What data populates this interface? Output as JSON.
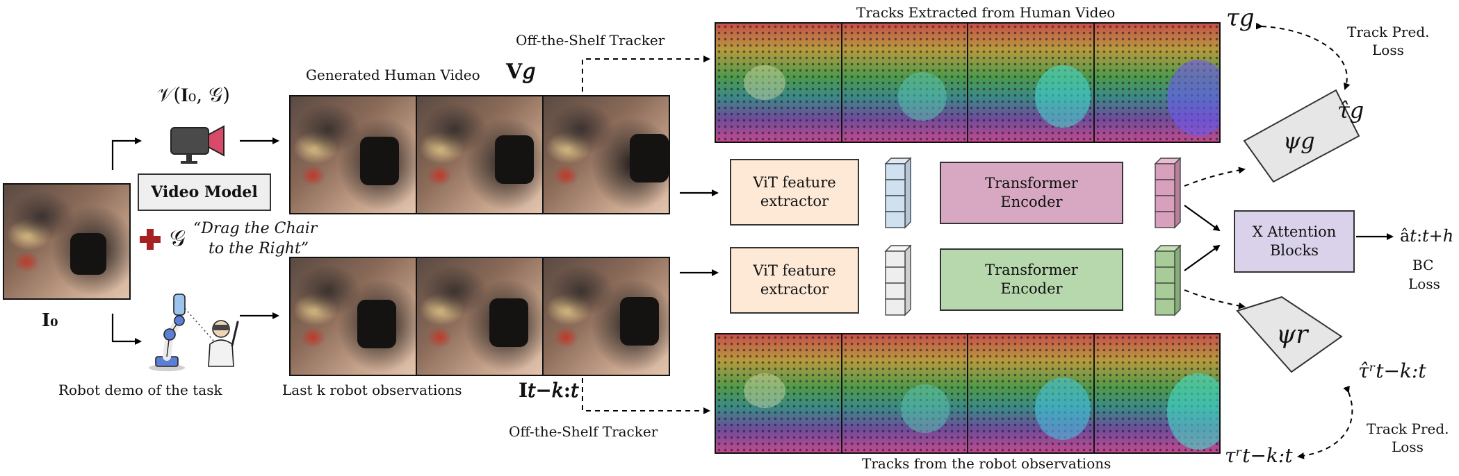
{
  "labels": {
    "tracks_human": "Tracks Extracted from Human Video",
    "tracks_robot": "Tracks from the robot observations",
    "tracker_top": "Off-the-Shelf Tracker",
    "tracker_bottom": "Off-the-Shelf Tracker",
    "generated_video": "Generated Human Video",
    "last_k": "Last k robot observations",
    "robot_demo": "Robot demo of the task",
    "instruction_line1": "“Drag the Chair",
    "instruction_line2": "to the Right”",
    "track_loss_top_1": "Track Pred.",
    "track_loss_top_2": "Loss",
    "track_loss_bottom_1": "Track Pred.",
    "track_loss_bottom_2": "Loss",
    "bc_loss_1": "BC",
    "bc_loss_2": "Loss"
  },
  "math": {
    "video_fn": "𝒱(𝐈₀, 𝒢)",
    "goal": "𝒢",
    "image0": "𝐈₀",
    "vg": "𝐕𝑔",
    "obs": "𝐈𝑡−𝑘:𝑡",
    "tau_g": "τ𝑔",
    "tau_g_hat": "τ̂𝑔",
    "tau_r": "τʳ𝑡−𝑘:𝑡",
    "tau_r_hat": "τ̂ʳ𝑡−𝑘:𝑡",
    "psi_g": "ψ𝑔",
    "psi_r": "ψ𝑟",
    "action": "â𝑡:𝑡+ℎ"
  },
  "blocks": {
    "video_model": "Video Model",
    "vit_top_1": "ViT feature",
    "vit_top_2": "extractor",
    "vit_bottom_1": "ViT feature",
    "vit_bottom_2": "extractor",
    "enc_top_1": "Transformer",
    "enc_top_2": "Encoder",
    "enc_bottom_1": "Transformer",
    "enc_bottom_2": "Encoder",
    "xattn_1": "X Attention",
    "xattn_2": "Blocks"
  },
  "colors": {
    "vit": "#fde9d6",
    "encoder_human": "#d8a8c2",
    "encoder_robot": "#b6d8ac",
    "token_human_in": "#cfe0f0",
    "token_robot_in": "#eeeeee",
    "token_human_out": "#d8a0bc",
    "token_robot_out": "#a8cc98",
    "xattn": "#d9d2ea",
    "head": "#e6e6e6",
    "camera": "#4a4a4a",
    "camera_lens": "#d84a6a",
    "plus": "#a62121"
  }
}
